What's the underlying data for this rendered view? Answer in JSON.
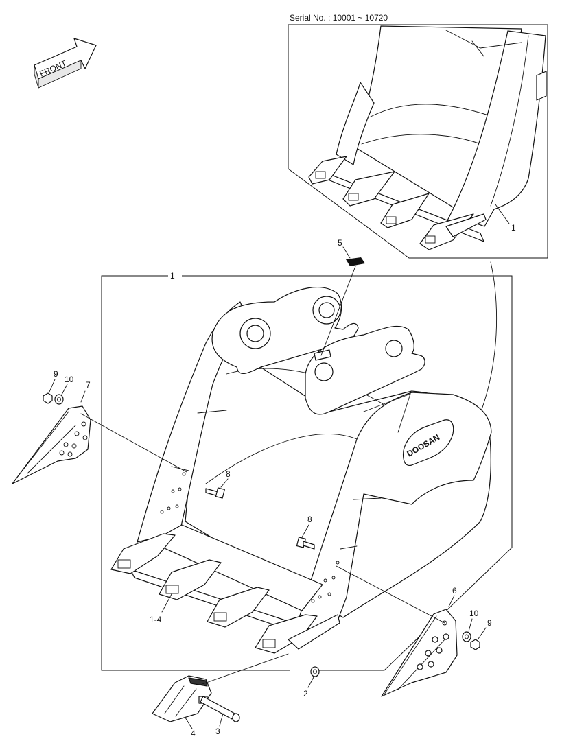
{
  "serial_caption": "Serial No. : 10001 ~ 10720",
  "front_label": "FRONT",
  "brand_logo_text": "DOOSAN",
  "callouts": {
    "inset_assembly": "1",
    "main_assembly": "1",
    "c1_4": "1-4",
    "c2": "2",
    "c3": "3",
    "c4": "4",
    "c5": "5",
    "c6": "6",
    "c7": "7",
    "c8_left": "8",
    "c8_right": "8",
    "c9_left": "9",
    "c9_right": "9",
    "c10_left": "10",
    "c10_right": "10"
  }
}
